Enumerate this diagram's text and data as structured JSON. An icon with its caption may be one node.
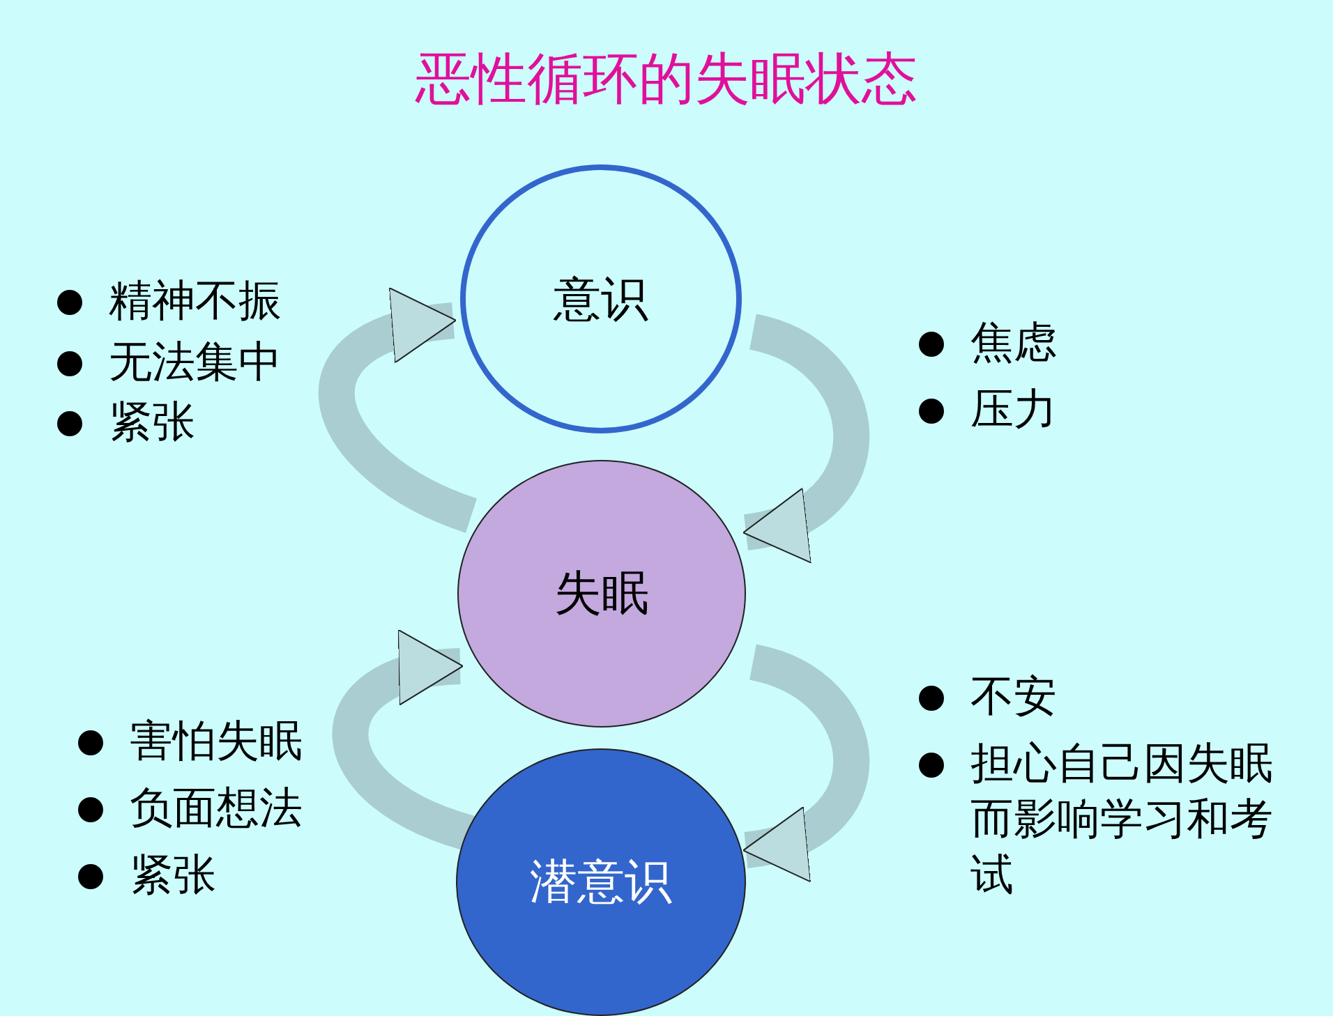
{
  "diagram": {
    "title": "恶性循环的失眠状态",
    "nodes": [
      {
        "text": [
          "意识"
        ]
      },
      {
        "text": [
          "失眠"
        ]
      },
      {
        "text": [
          "潜意识"
        ]
      }
    ],
    "edges": [
      {
        "from": 1,
        "to": 0,
        "arrow": "to"
      },
      {
        "from": 0,
        "to": 1,
        "arrow": "to"
      },
      {
        "from": 2,
        "to": 1,
        "arrow": "to"
      },
      {
        "from": 1,
        "to": 2,
        "arrow": "to"
      }
    ],
    "labels": [
      "精神不振",
      "无法集中",
      "紧张",
      "焦虑",
      "压力",
      "害怕失眠",
      "负面想法",
      "紧张",
      "不安",
      "担心自己因失眠而影响学习和考试"
    ]
  }
}
